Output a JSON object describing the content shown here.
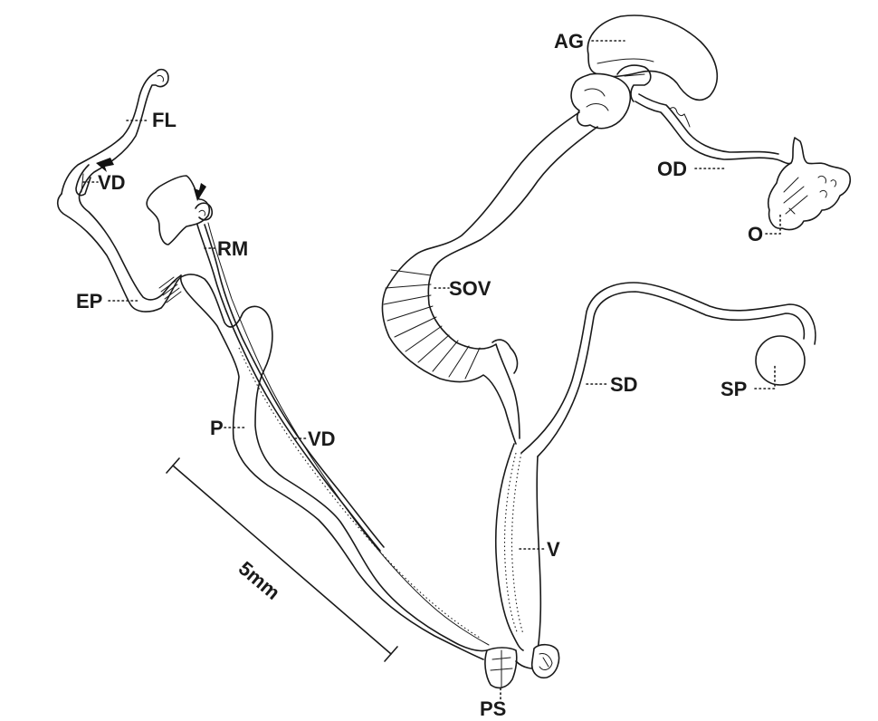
{
  "labels": {
    "FL": "FL",
    "VD_upper": "VD",
    "RM": "RM",
    "EP": "EP",
    "P": "P",
    "VD_lower": "VD",
    "AG": "AG",
    "OD": "OD",
    "O": "O",
    "SOV": "SOV",
    "SD": "SD",
    "SP": "SP",
    "V": "V",
    "PS": "PS"
  },
  "scale_bar": {
    "label": "5mm"
  }
}
